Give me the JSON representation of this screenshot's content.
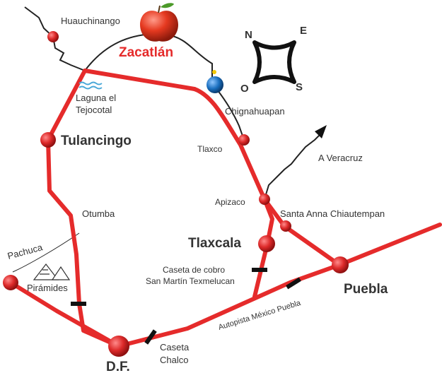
{
  "colors": {
    "road": "#e52b2b",
    "city": "#d92323",
    "thin_road": "#222222",
    "label": "#333333",
    "title": "#e52b2b",
    "water": "#4aa8d8",
    "blue_dot": "#1a6fbf",
    "toll": "#111111"
  },
  "title": "Zacatlán",
  "cities": {
    "huauchinango": "Huauchinango",
    "laguna_line1": "Laguna el",
    "laguna_line2": "Tejocotal",
    "chignahuapan": "Chignahuapan",
    "tulancingo": "Tulancingo",
    "tlaxco": "Tlaxco",
    "veracruz": "A Veracruz",
    "apizaco": "Apizaco",
    "santa_anna": "Santa Anna Chiautempan",
    "otumba": "Otumba",
    "tlaxcala": "Tlaxcala",
    "pachuca": "Pachuca",
    "piramides": "Pirámides",
    "caseta_cobro_line1": "Caseta de cobro",
    "caseta_cobro_line2": "San Martín Texmelucan",
    "puebla": "Puebla",
    "autopista": "Autopista México Puebla",
    "caseta_chalco_line1": "Caseta",
    "caseta_chalco_line2": "Chalco",
    "df": "D.F."
  },
  "compass": {
    "north": "N",
    "east": "E",
    "west": "O",
    "south": "S"
  },
  "icons": {
    "apple": "apple-icon",
    "compass": "compass-icon",
    "water": "lake-icon",
    "pyramids": "pyramids-icon",
    "arrow": "arrow-icon"
  }
}
